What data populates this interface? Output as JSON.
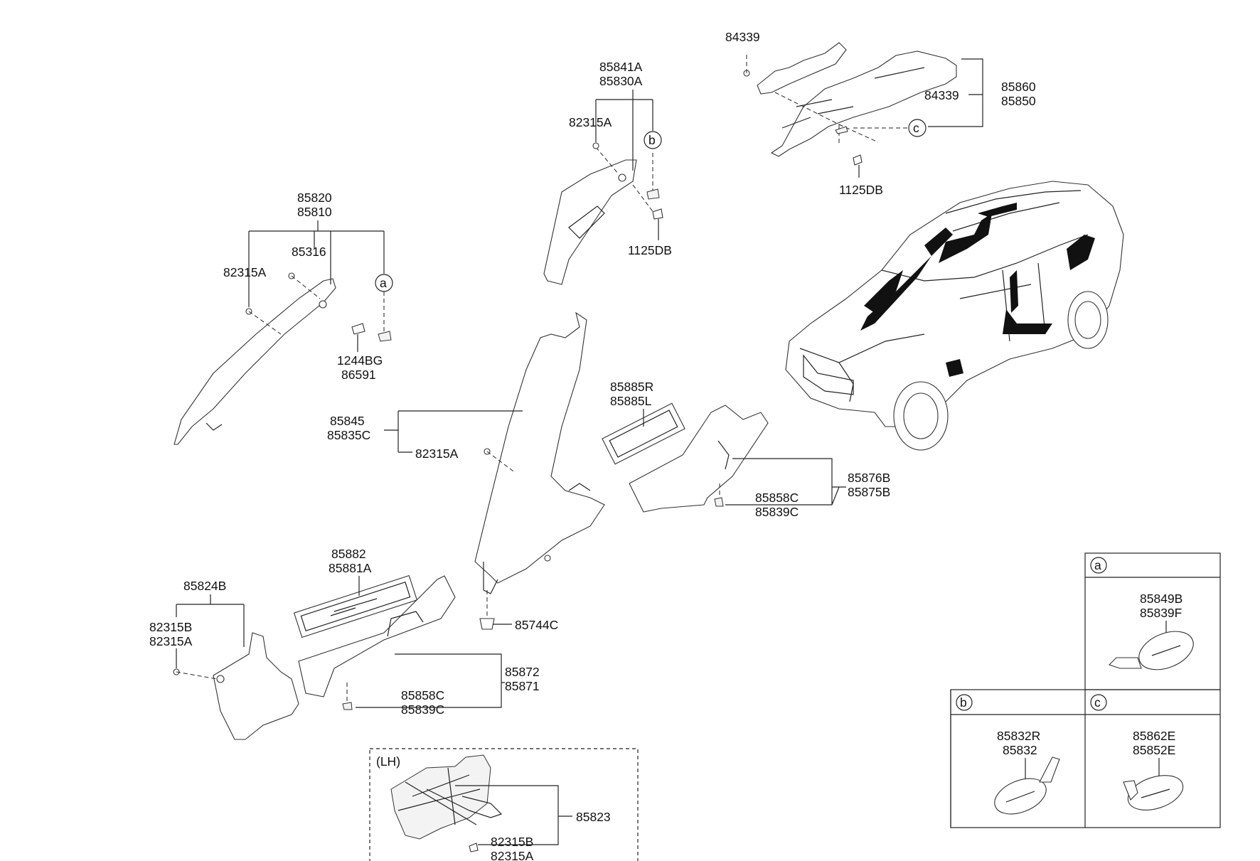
{
  "labels": {
    "p84339_top": "84339",
    "p84339_mid": "84339",
    "p85860": "85860",
    "p85850": "85850",
    "p1125DB_a": "1125DB",
    "p1125DB_b": "1125DB",
    "p85841A": "85841A",
    "p85830A": "85830A",
    "p82315A_b": "82315A",
    "p85820": "85820",
    "p85810": "85810",
    "p85316": "85316",
    "p82315A_a": "82315A",
    "p1244BG": "1244BG",
    "p86591": "86591",
    "p85885R": "85885R",
    "p85885L": "85885L",
    "p85845": "85845",
    "p85835C": "85835C",
    "p82315A_c": "82315A",
    "p85876B": "85876B",
    "p85875B": "85875B",
    "p85858C_a": "85858C",
    "p85839C_a": "85839C",
    "p85882": "85882",
    "p85881A": "85881A",
    "p85824B": "85824B",
    "p82315B_a": "82315B",
    "p82315A_d": "82315A",
    "p85744C": "85744C",
    "p85872": "85872",
    "p85871": "85871",
    "p85858C_b": "85858C",
    "p85839C_b": "85839C",
    "lh": "(LH)",
    "p85823": "85823",
    "p82315B_b": "82315B",
    "p82315A_e": "82315A",
    "p85849B": "85849B",
    "p85839F": "85839F",
    "p85832R": "85832R",
    "p85832": "85832",
    "p85862E": "85862E",
    "p85852E": "85852E"
  },
  "callouts": {
    "a": "a",
    "b": "b",
    "c": "c"
  },
  "legend": {
    "a": "a",
    "b": "b",
    "c": "c"
  }
}
